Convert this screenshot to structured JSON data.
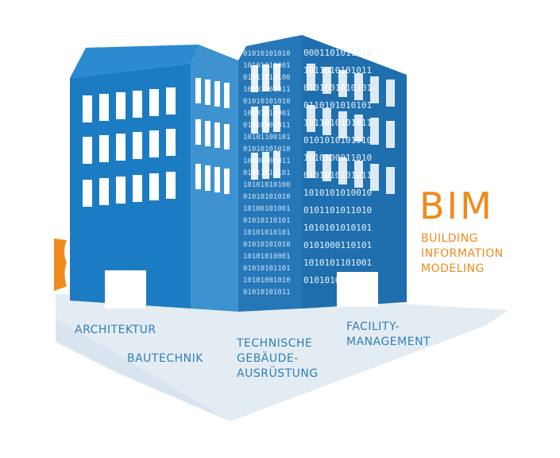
{
  "bim": {
    "title": "BIM",
    "subtitle_lines": [
      "BUILDING",
      "INFORMATION",
      "MODELING"
    ]
  },
  "labels": {
    "architektur": "ARCHITEKTUR",
    "bautechnik": "BAUTECHNIK",
    "technische_lines": [
      "TECHNISCHE",
      "GEBÄUDE-",
      "AUSRÜSTUNG"
    ],
    "facility_lines": [
      "FACILITY-",
      "MANAGEMENT"
    ]
  },
  "binary_rows": {
    "right_face": [
      "0001101011010",
      "1011010101011",
      "0101001010101",
      "0110101010101",
      "1011010101011",
      "0101010101010",
      "1010100011010",
      "0101010101011",
      "1010101010010",
      "0101101011010",
      "1010101010101",
      "0101000110101",
      "1010101101001",
      "0101010101000"
    ],
    "side_face": [
      "01010101010",
      "10101010001",
      "01011010100",
      "10101001011",
      "01010101010",
      "10101010001",
      "01010101011",
      "10101100101",
      "01010101010",
      "10100101011",
      "01011010101",
      "10101010100",
      "01010101010",
      "10100101001",
      "01010110101",
      "10101010101",
      "01010101010",
      "10101010001",
      "01010101101",
      "10101001010",
      "01010101011"
    ]
  },
  "colors": {
    "building_front": "#1c7cc3",
    "building_side": "#3d92cf",
    "binary_building": "#1f6fae",
    "ground": "#e4ecf3",
    "window": "#ffffff",
    "accent_orange": "#ef8b1d",
    "label_blue": "#2f7fb8"
  }
}
